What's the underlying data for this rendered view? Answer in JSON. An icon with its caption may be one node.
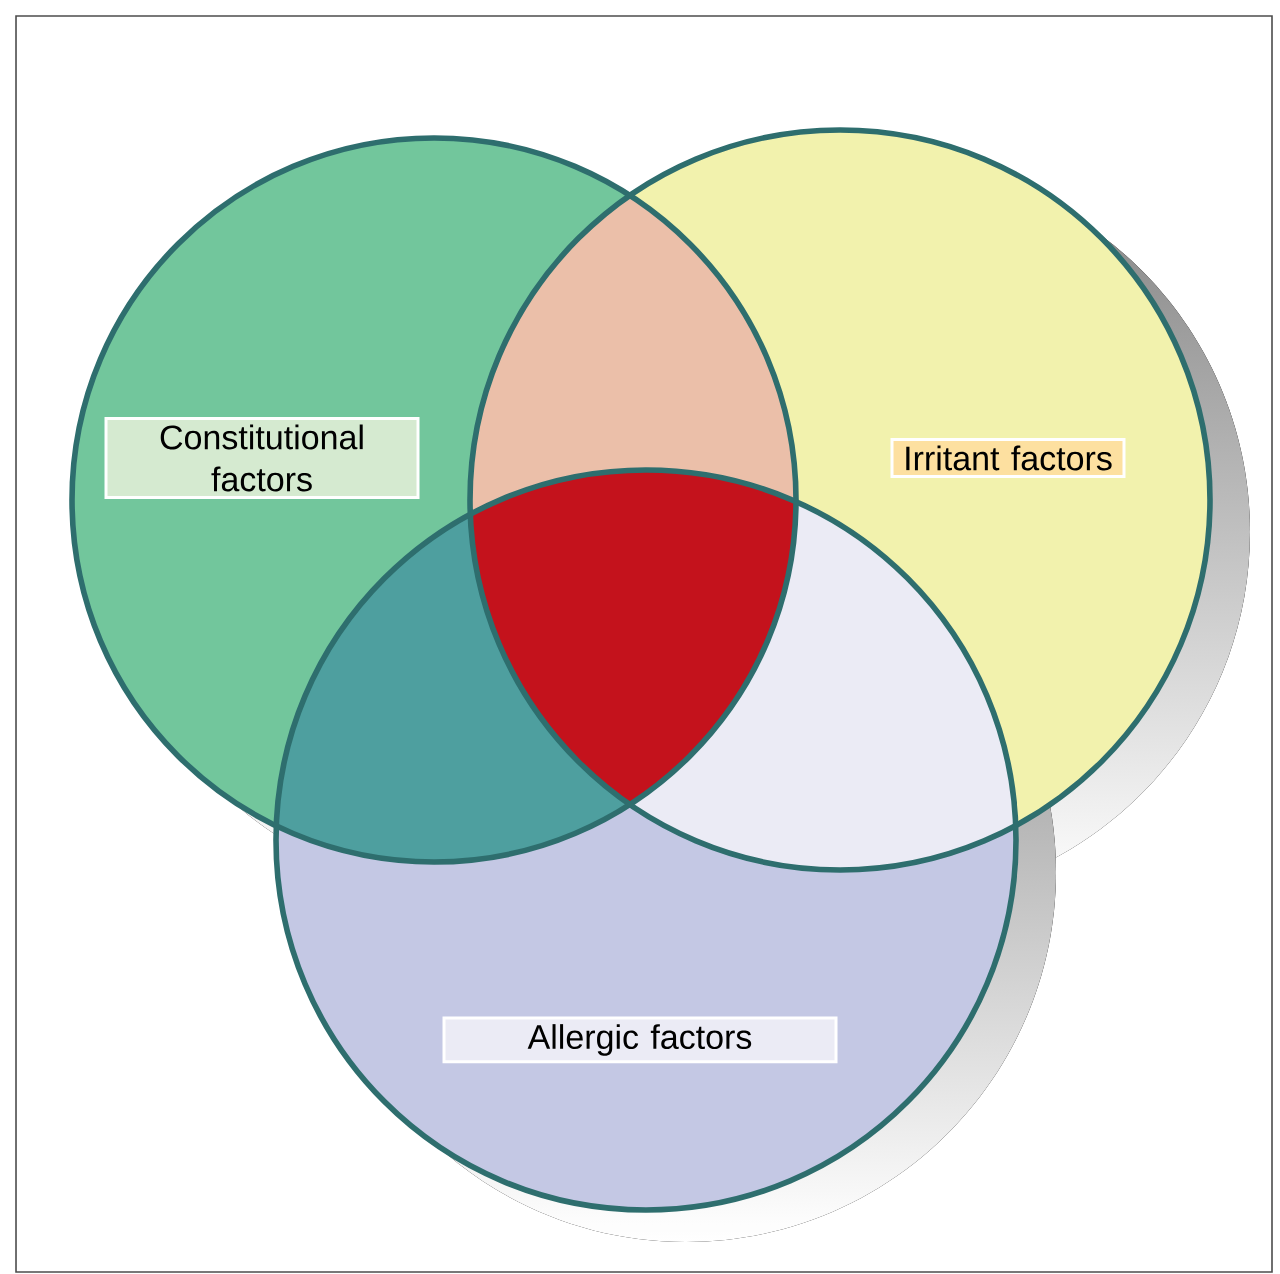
{
  "diagram": {
    "nodes": [
      {
        "text": [
          "Constitutional factors"
        ]
      },
      {
        "text": [
          "Irritant factors"
        ]
      },
      {
        "text": [
          "Allergic factors"
        ]
      }
    ]
  }
}
